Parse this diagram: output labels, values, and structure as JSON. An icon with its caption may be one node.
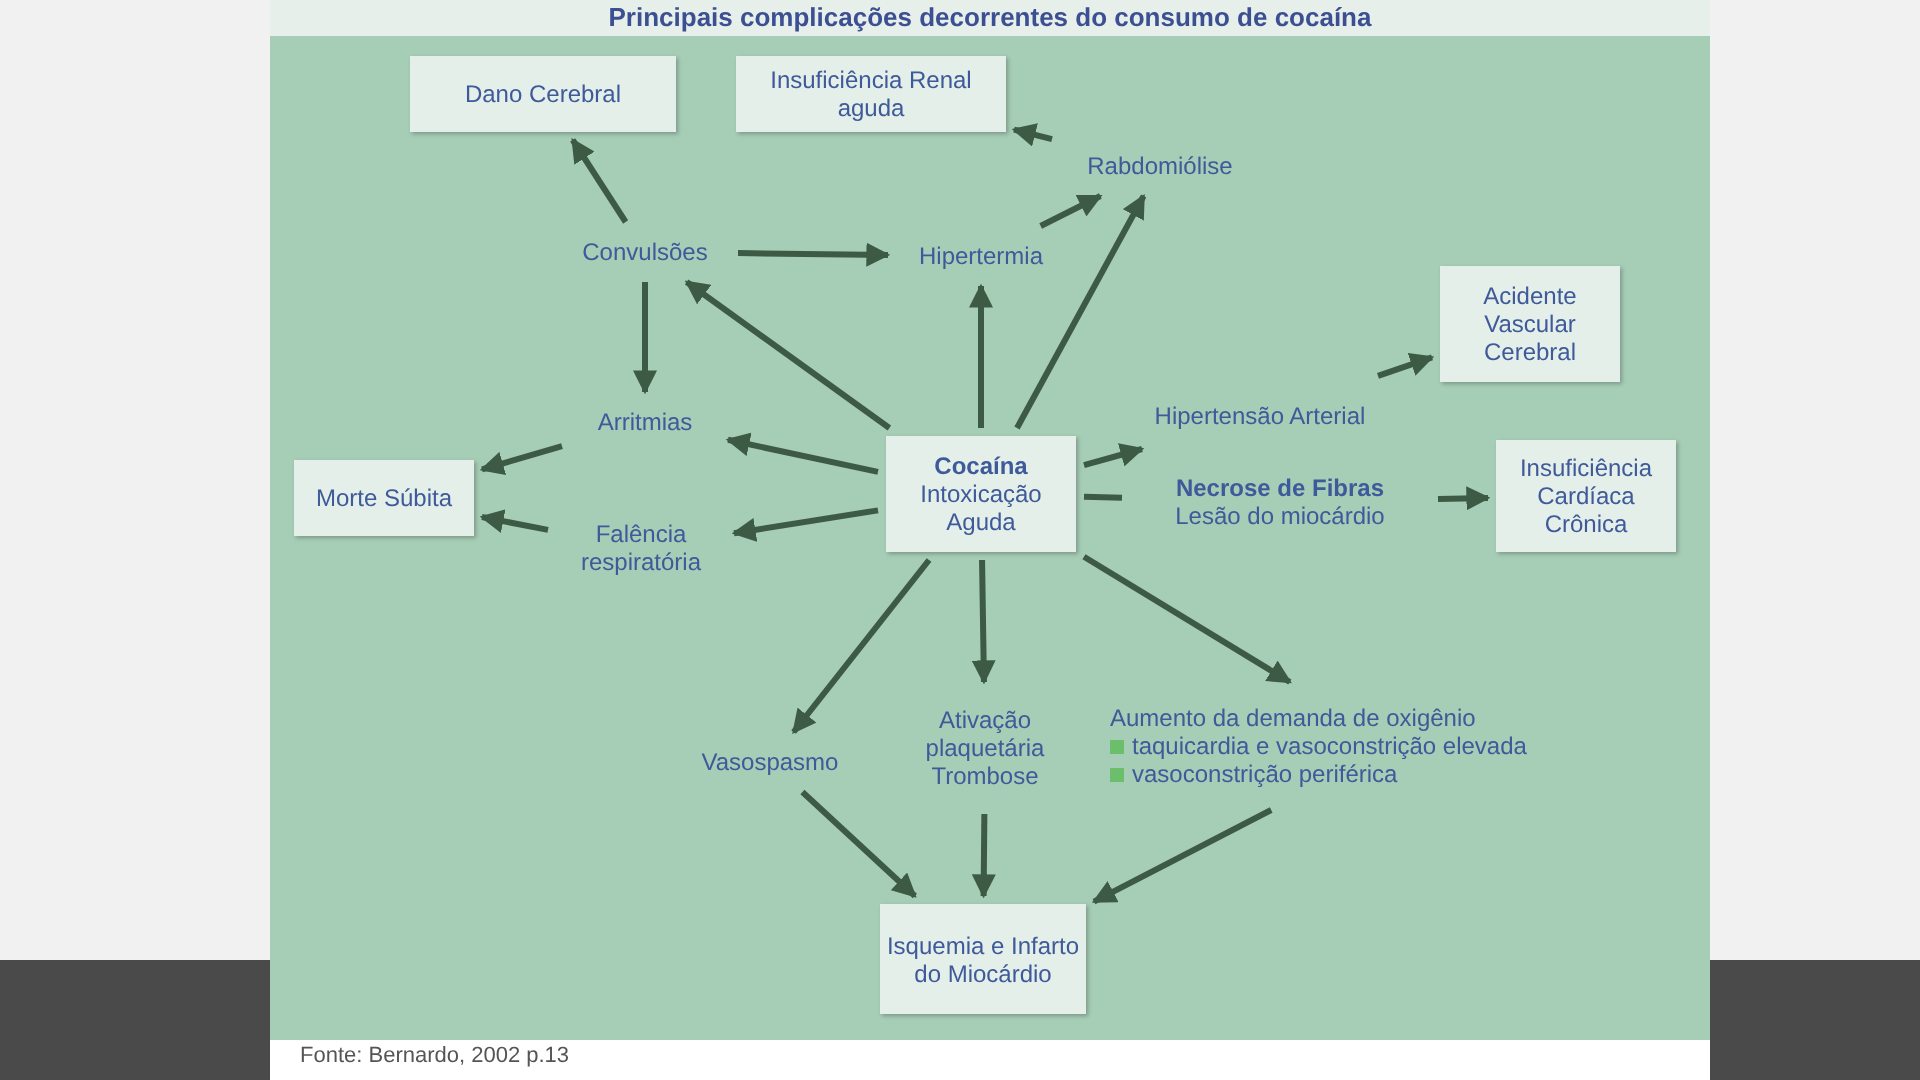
{
  "diagram": {
    "title": "Principais complicações decorrentes do consumo de cocaína",
    "nodes": [
      {
        "text": [
          "Dano Cerebral"
        ]
      },
      {
        "text": [
          "Insuficiência Renal aguda"
        ]
      },
      {
        "text": [
          "Rabdomiólise"
        ]
      },
      {
        "text": [
          "Convulsões"
        ]
      },
      {
        "text": [
          "Hipertermia"
        ]
      },
      {
        "text": [
          "Acidente Vascular Cerebral"
        ]
      },
      {
        "text": [
          "Arritmias"
        ]
      },
      {
        "text": [
          "Cocaína",
          "Intoxicação Aguda"
        ]
      },
      {
        "text": [
          "Hipertensão Arterial"
        ]
      },
      {
        "text": [
          "Morte Súbita"
        ]
      },
      {
        "text": [
          "Necrose de Fibras",
          "Lesão do miocárdio"
        ]
      },
      {
        "text": [
          "Insuficiência Cardíaca Crônica"
        ]
      },
      {
        "text": [
          "Falência respiratória"
        ]
      },
      {
        "text": [
          "Vasospasmo"
        ]
      },
      {
        "text": [
          "Ativação plaquetária Trombose"
        ]
      },
      {
        "text": [
          "Aumento da demanda de oxigênio",
          "taquicardia e vasoconstrição elevada",
          "vasoconstrição periférica"
        ]
      },
      {
        "text": [
          "Isquemia e Infarto do Miocárdio"
        ]
      }
    ],
    "edges": [
      {
        "from": 3,
        "to": 0,
        "arrow": "to"
      },
      {
        "from": 2,
        "to": 1,
        "arrow": "to"
      },
      {
        "from": 4,
        "to": 2,
        "arrow": "to"
      },
      {
        "from": 3,
        "to": 4,
        "arrow": "to"
      },
      {
        "from": 7,
        "to": 4,
        "arrow": "to"
      },
      {
        "from": 7,
        "to": 2,
        "arrow": "to"
      },
      {
        "from": 7,
        "to": 3,
        "arrow": "to"
      },
      {
        "from": 3,
        "to": 6,
        "arrow": "to"
      },
      {
        "from": 7,
        "to": 6,
        "arrow": "to"
      },
      {
        "from": 6,
        "to": 9,
        "arrow": "to"
      },
      {
        "from": 7,
        "to": 12,
        "arrow": "to"
      },
      {
        "from": 12,
        "to": 9,
        "arrow": "to"
      },
      {
        "from": 7,
        "to": 8,
        "arrow": "to"
      },
      {
        "from": 8,
        "to": 5,
        "arrow": "to"
      },
      {
        "from": 7,
        "to": 10,
        "arrow": "none"
      },
      {
        "from": 10,
        "to": 11,
        "arrow": "to"
      },
      {
        "from": 7,
        "to": 13,
        "arrow": "to"
      },
      {
        "from": 7,
        "to": 14,
        "arrow": "to"
      },
      {
        "from": 7,
        "to": 15,
        "arrow": "to"
      },
      {
        "from": 13,
        "to": 16,
        "arrow": "to"
      },
      {
        "from": 14,
        "to": 16,
        "arrow": "to"
      },
      {
        "from": 15,
        "to": 16,
        "arrow": "to"
      }
    ],
    "labels": [
      "Fonte: Bernardo, 2002 p.13"
    ]
  }
}
